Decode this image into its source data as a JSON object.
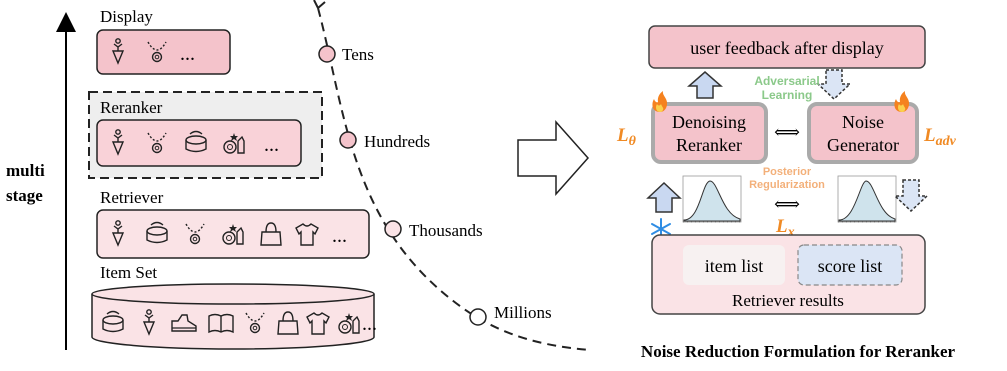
{
  "left": {
    "axis_label_line1": "multi",
    "axis_label_line2": "stage",
    "stages": {
      "display": "Display",
      "reranker": "Reranker",
      "retriever": "Retriever",
      "item_set": "Item Set"
    },
    "ellipsis": "...",
    "scale": {
      "tens": "Tens",
      "hundreds": "Hundreds",
      "thousands": "Thousands",
      "millions": "Millions"
    }
  },
  "right": {
    "feedback": "user feedback after display",
    "adversarial_line1": "Adversarial",
    "adversarial_line2": "Learning",
    "denoising_line1": "Denoising",
    "denoising_line2": "Reranker",
    "noise_line1": "Noise",
    "noise_line2": "Generator",
    "loss_theta": "L",
    "loss_theta_sub": "θ",
    "loss_adv": "L",
    "loss_adv_sub": "adv",
    "loss_x": "L",
    "loss_x_sub": "x",
    "posterior_line1": "Posterior",
    "posterior_line2": "Regularization",
    "double_arrow": "⟺",
    "item_list": "item list",
    "score_list": "score list",
    "retriever_results": "Retriever results",
    "caption": "Noise Reduction Formulation for Reranker",
    "colors": {
      "pink_fill": "#f4c3cb",
      "light_pink": "#fae3e6",
      "loss_orange": "#f08a24",
      "adv_green": "#8bc98a",
      "blue_arrow": "#c9d8f1"
    }
  }
}
